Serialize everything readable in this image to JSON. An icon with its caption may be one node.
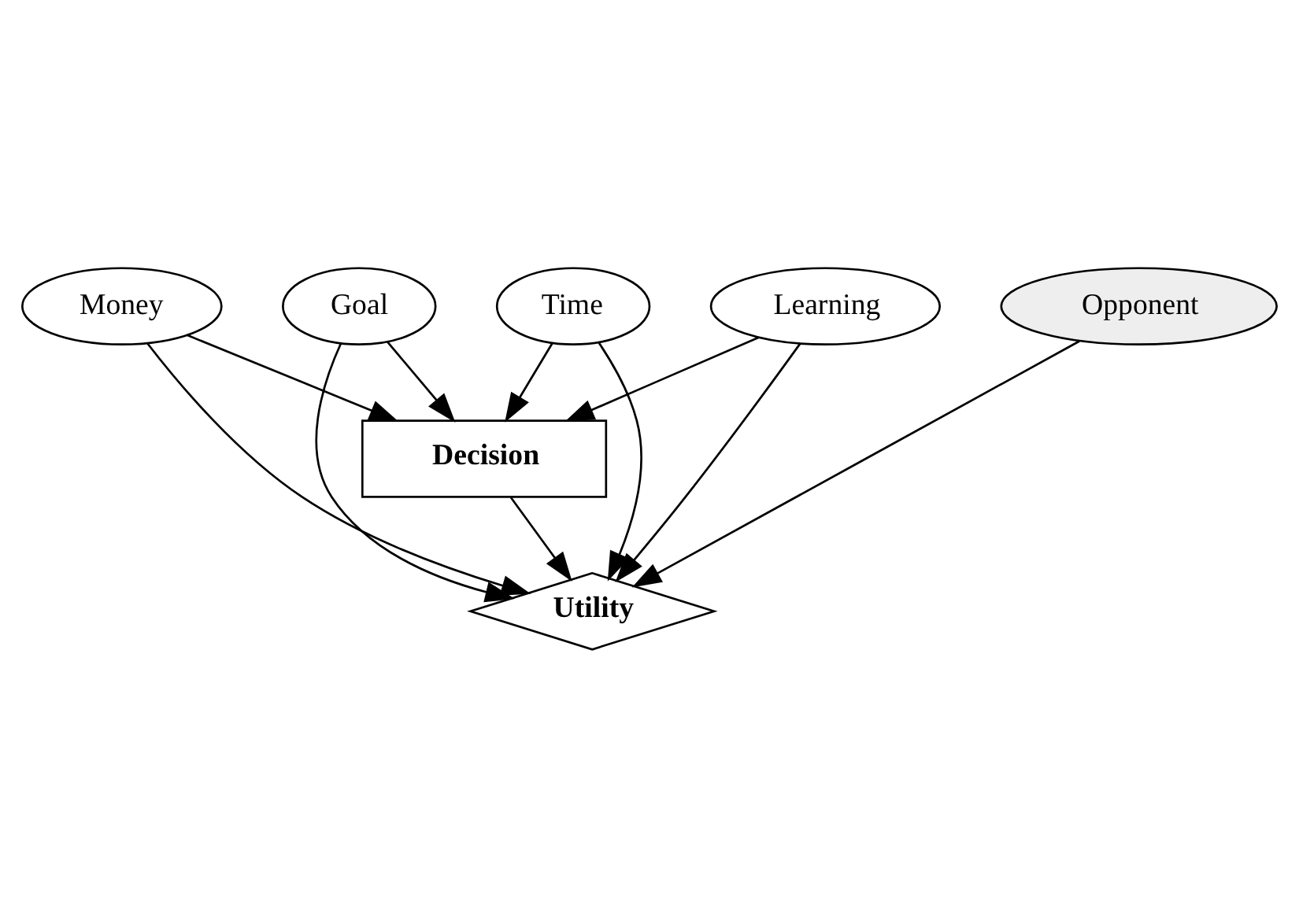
{
  "diagram": {
    "nodes": [
      {
        "text": [
          "Decision"
        ]
      },
      {
        "text": [
          "Money"
        ]
      },
      {
        "text": [
          "Goal"
        ]
      },
      {
        "text": [
          "Time"
        ]
      },
      {
        "text": [
          "Opponent"
        ]
      },
      {
        "text": [
          "Learning"
        ]
      },
      {
        "text": [
          "Utility"
        ]
      }
    ],
    "edges": [
      {
        "from": 1,
        "to": 0,
        "arrow": "to"
      },
      {
        "from": 2,
        "to": 0,
        "arrow": "to"
      },
      {
        "from": 3,
        "to": 0,
        "arrow": "to"
      },
      {
        "from": 5,
        "to": 0,
        "arrow": "to"
      },
      {
        "from": 0,
        "to": 6,
        "arrow": "to"
      },
      {
        "from": 1,
        "to": 6,
        "arrow": "to"
      },
      {
        "from": 2,
        "to": 6,
        "arrow": "to"
      },
      {
        "from": 3,
        "to": 6,
        "arrow": "to"
      },
      {
        "from": 4,
        "to": 6,
        "arrow": "to"
      },
      {
        "from": 5,
        "to": 6,
        "arrow": "to"
      }
    ]
  }
}
